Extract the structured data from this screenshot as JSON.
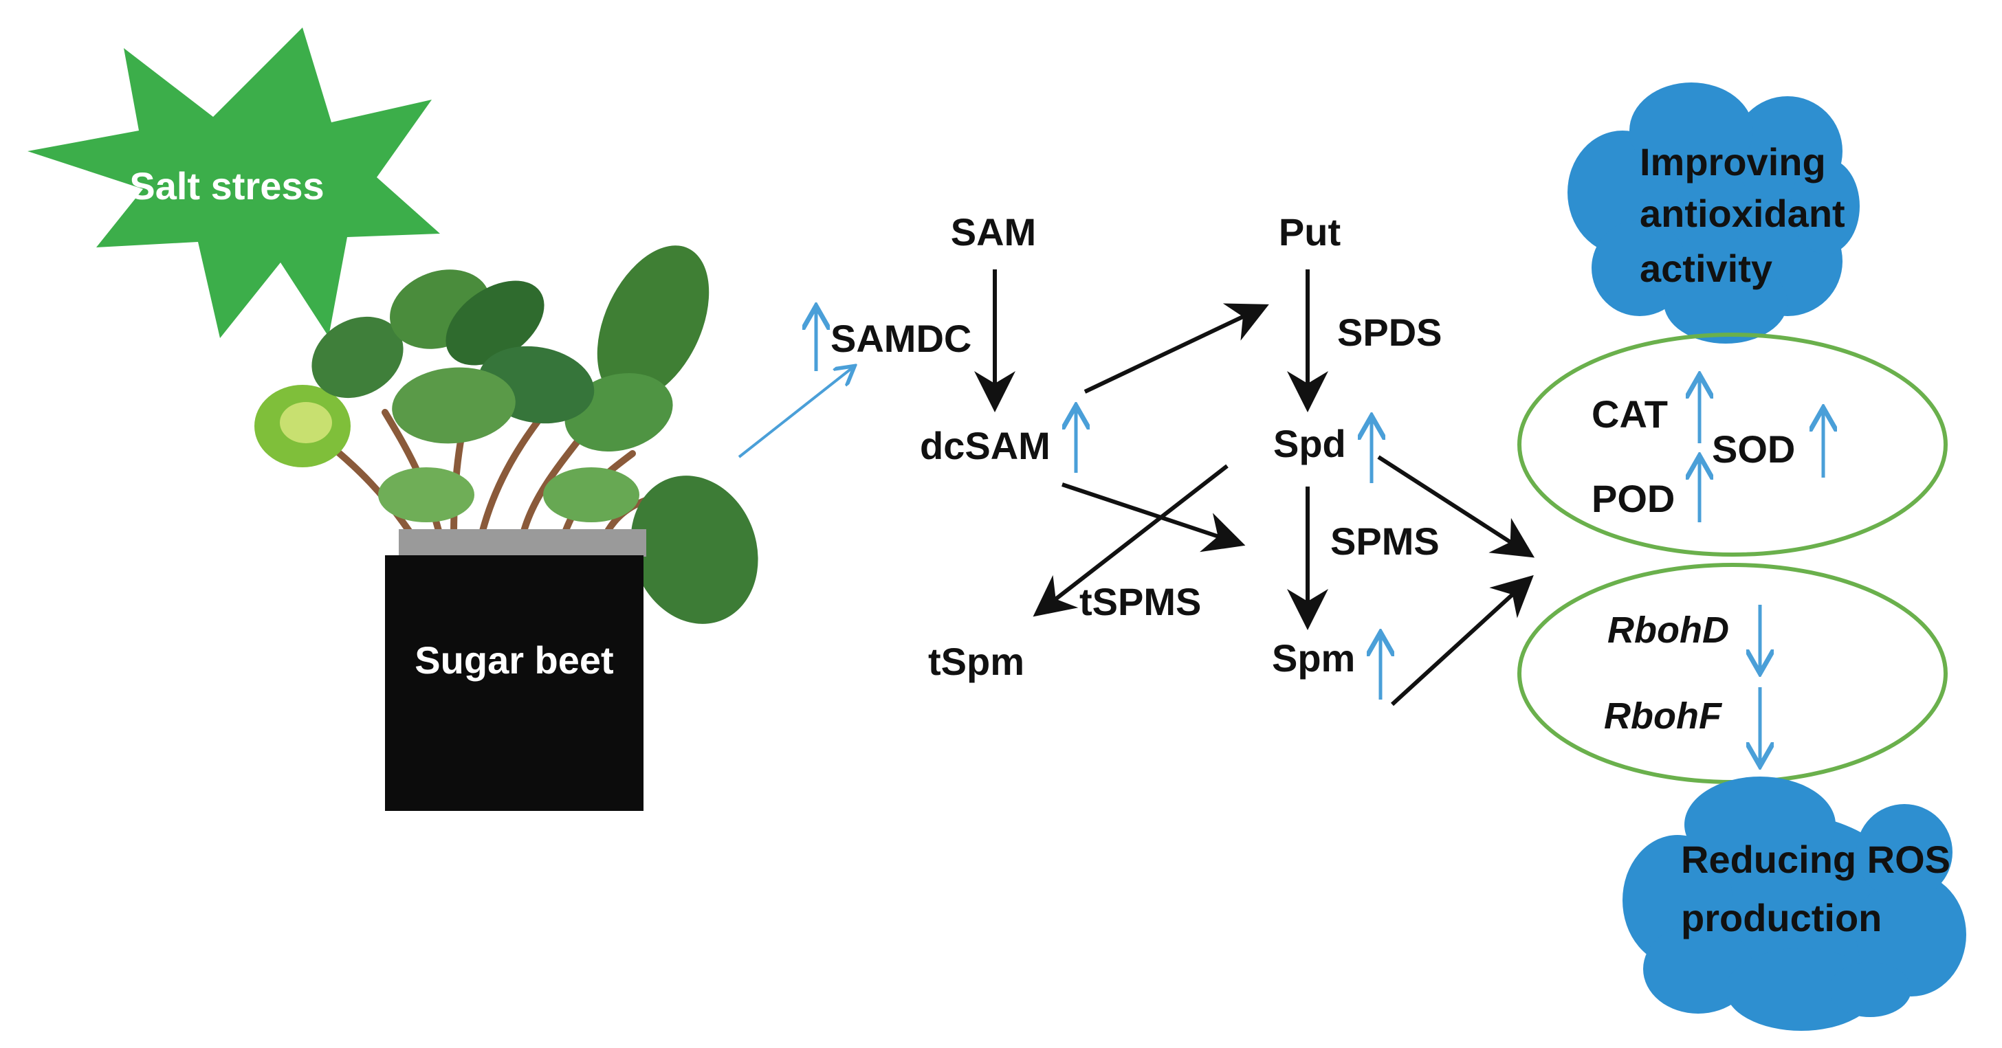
{
  "stress": {
    "label": "Salt stress"
  },
  "plant": {
    "label": "Sugar beet"
  },
  "pathway": {
    "sam": "SAM",
    "samdc": "SAMDC",
    "dcsam": "dcSAM",
    "put": "Put",
    "spds": "SPDS",
    "spd": "Spd",
    "spms": "SPMS",
    "spm": "Spm",
    "tspms": "tSPMS",
    "tspm": "tSpm"
  },
  "antioxidant": {
    "cloud_line1": "Improving",
    "cloud_line2": "antioxidant",
    "cloud_line3": "activity",
    "cat": "CAT",
    "pod": "POD",
    "sod": "SOD"
  },
  "ros": {
    "rbohd": "RbohD",
    "rbohf": "RbohF",
    "cloud_line1": "Reducing ROS",
    "cloud_line2": "production"
  },
  "colors": {
    "burst_green": "#3cae4a",
    "cloud_blue": "#2e8fd0",
    "ellipse_green": "#6ab04c",
    "up_arrow_blue": "#4a9fd8",
    "black_arrow": "#111111"
  }
}
